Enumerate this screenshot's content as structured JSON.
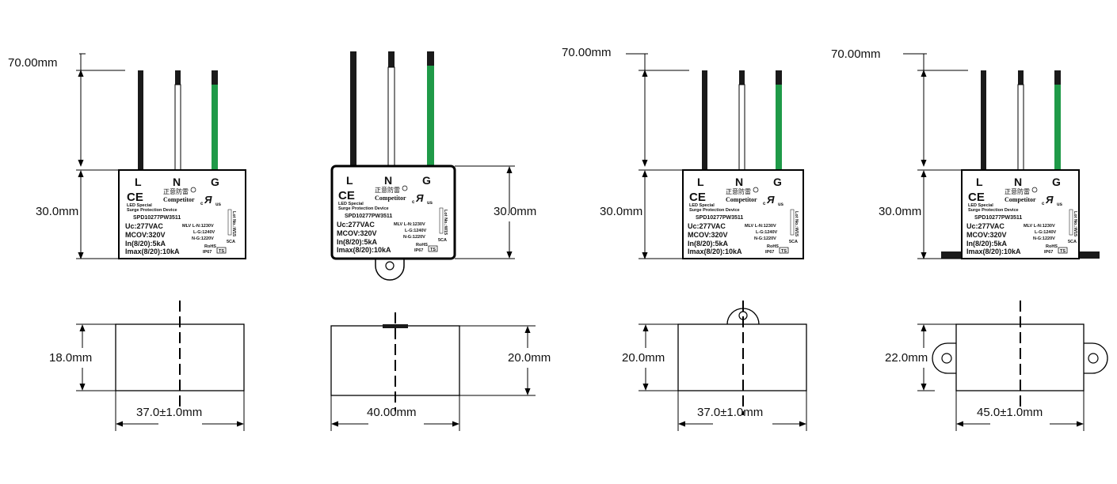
{
  "terminals": [
    "L",
    "N",
    "G"
  ],
  "label": {
    "chinese_brand": "正意防雷",
    "brand": "Competitor",
    "ce": "CE",
    "ul": "Я",
    "ul_c": "c",
    "ul_us": "us",
    "line1": "LED Special",
    "line2": "Surge Protection Device",
    "model": "SPD10277PW3511",
    "uc": "Uc:277VAC",
    "mcov": "MCOV:320V",
    "in": "In(8/20):5kA",
    "imax": "Imax(8/20):10kA",
    "mlv_ln": "MLV L-N:1230V",
    "mlv_lg": "L-G:1240V",
    "mlv_ng": "N-G:1220V",
    "rohs": "RoHS",
    "ip": "IP67",
    "ts": "TS",
    "rating": "5CA",
    "lot": "Lot No.:W15"
  },
  "colors": {
    "wire_L": "#1a1a1a",
    "wire_N": "#ffffff",
    "wire_G": "#1f9a48",
    "outline": "#000000"
  },
  "variants": [
    {
      "lead": "70.00mm",
      "height": "30.0mm",
      "thickness": "18.0mm",
      "width": "37.0±1.0mm"
    },
    {
      "lead": "",
      "height": "30.0mm",
      "thickness": "20.0mm",
      "width": "40.00mm"
    },
    {
      "lead": "70.00mm",
      "height": "30.0mm",
      "thickness": "20.0mm",
      "width": "37.0±1.0mm"
    },
    {
      "lead": "70.00mm",
      "height": "30.0mm",
      "thickness": "22.0mm",
      "width": "45.0±1.0mm"
    }
  ]
}
